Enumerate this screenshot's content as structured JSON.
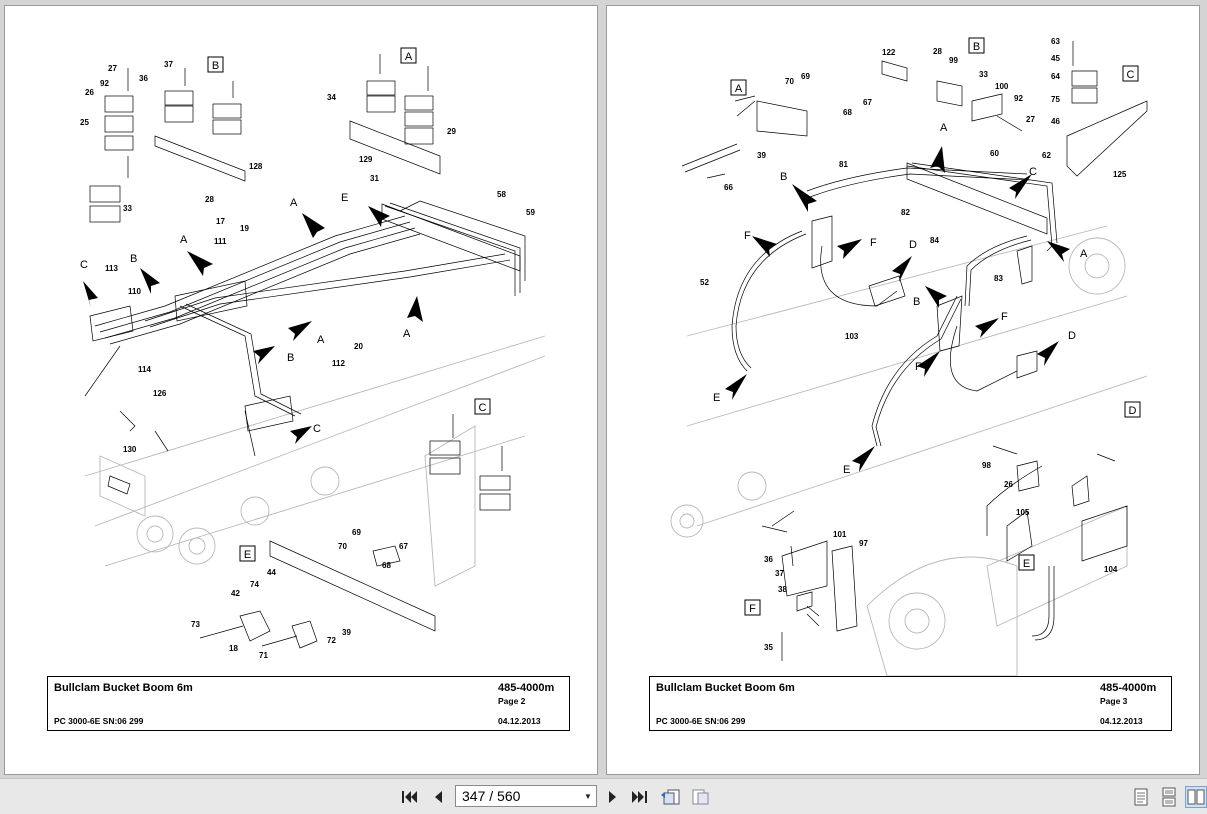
{
  "viewer": {
    "current_page": "347",
    "page_display": "347 / 560",
    "total_pages": "560"
  },
  "pages": [
    {
      "title": "Bullclam Bucket Boom 6m",
      "code": "485-4000m",
      "page_label": "Page 2",
      "model": "PC 3000-6E SN:06 299",
      "date": "04.12.2013",
      "detail_letters": [
        "A",
        "B",
        "C",
        "E"
      ],
      "part_numbers": [
        "17",
        "18",
        "19",
        "20",
        "25",
        "26",
        "27",
        "28",
        "29",
        "31",
        "33",
        "34",
        "36",
        "37",
        "39",
        "42",
        "44",
        "58",
        "59",
        "67",
        "68",
        "69",
        "70",
        "71",
        "72",
        "73",
        "74",
        "92",
        "110",
        "111",
        "112",
        "113",
        "114",
        "126",
        "128",
        "129",
        "130"
      ],
      "arrow_labels": [
        "A",
        "A",
        "A",
        "A",
        "B",
        "B",
        "C",
        "C",
        "E"
      ]
    },
    {
      "title": "Bullclam Bucket Boom 6m",
      "code": "485-4000m",
      "page_label": "Page 3",
      "model": "PC 3000-6E SN:06 299",
      "date": "04.12.2013",
      "detail_letters": [
        "A",
        "B",
        "C",
        "D",
        "E",
        "F"
      ],
      "part_numbers": [
        "26",
        "27",
        "28",
        "33",
        "35",
        "36",
        "37",
        "38",
        "39",
        "45",
        "46",
        "52",
        "60",
        "62",
        "63",
        "64",
        "66",
        "67",
        "68",
        "69",
        "70",
        "75",
        "81",
        "82",
        "83",
        "84",
        "92",
        "97",
        "98",
        "99",
        "100",
        "101",
        "103",
        "104",
        "105",
        "122",
        "125"
      ],
      "arrow_labels": [
        "A",
        "A",
        "B",
        "B",
        "C",
        "D",
        "D",
        "E",
        "E",
        "F",
        "F",
        "F",
        "F"
      ]
    }
  ],
  "toolbar": {
    "buttons": [
      "first-page",
      "previous-page",
      "next-page",
      "last-page",
      "go-back",
      "go-forward",
      "single-page-view",
      "continuous-view",
      "two-page-view"
    ]
  }
}
